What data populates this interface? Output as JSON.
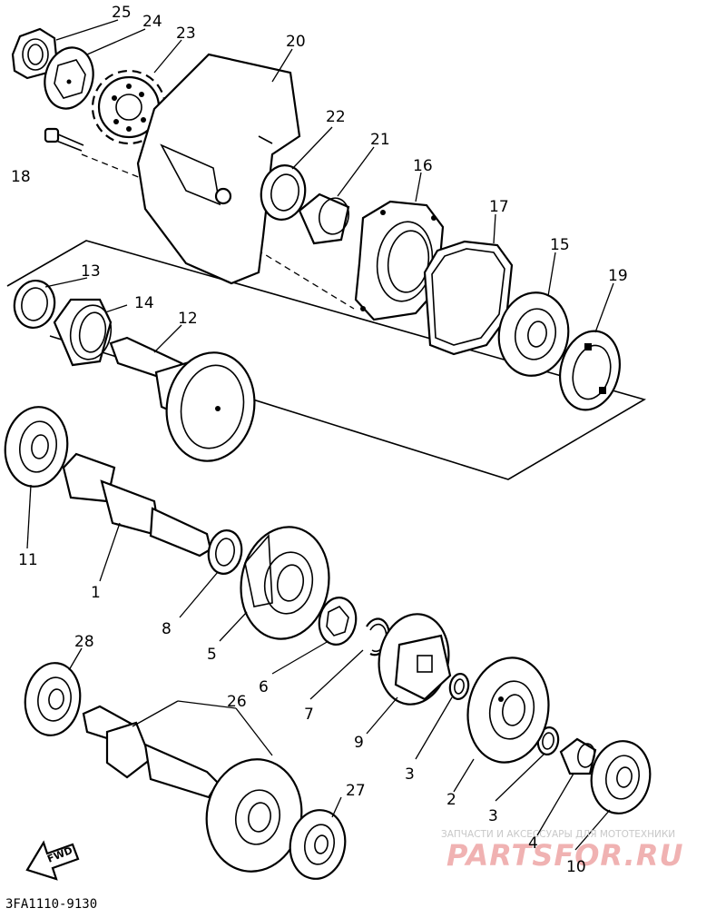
{
  "diagram_code": "3FA1110-9130",
  "direction_label": "FWD",
  "watermark": {
    "caption": "ЗАПЧАСТИ И АКСЕССУАРЫ ДЛЯ МОТОТЕХНИКИ",
    "brand": "PARTSFOR.RU"
  },
  "callouts": [
    "25",
    "24",
    "23",
    "20",
    "22",
    "21",
    "16",
    "17",
    "15",
    "19",
    "18",
    "13",
    "14",
    "12",
    "11",
    "1",
    "8",
    "5",
    "6",
    "7",
    "9",
    "3",
    "28",
    "26",
    "2",
    "3",
    "27",
    "4",
    "10"
  ]
}
